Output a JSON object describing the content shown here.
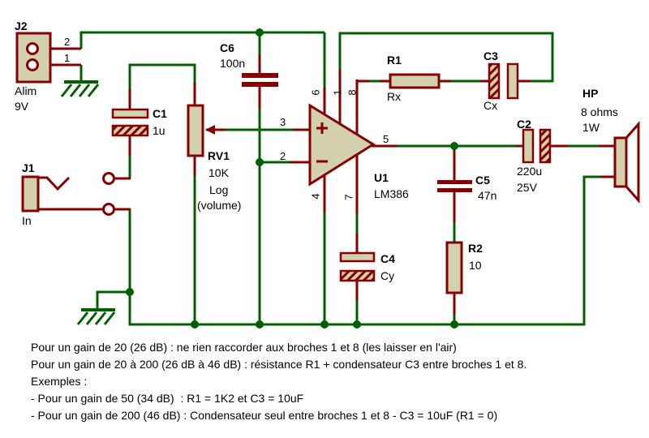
{
  "colors": {
    "wire_green": "#006000",
    "pin_dark_red": "#850000",
    "component_fill_tan": "#D3D0AE",
    "text": "#000000",
    "background": "#FFFFFF"
  },
  "components": {
    "j2": {
      "ref": "J2",
      "value1": "Alim",
      "value2": "9V",
      "pin_top": "2",
      "pin_bottom": "1"
    },
    "j1": {
      "ref": "J1",
      "value": "In"
    },
    "c1": {
      "ref": "C1",
      "value": "1u"
    },
    "rv1": {
      "ref": "RV1",
      "value1": "10K",
      "value2": "Log",
      "value3": "(volume)"
    },
    "c6": {
      "ref": "C6",
      "value": "100n"
    },
    "u1": {
      "ref": "U1",
      "value": "LM386",
      "pins": {
        "p3": "3",
        "p2": "2",
        "p5": "5",
        "p6": "6",
        "p1": "1",
        "p8": "8",
        "p4": "4",
        "p7": "7"
      }
    },
    "r1": {
      "ref": "R1",
      "value": "Rx"
    },
    "c3": {
      "ref": "C3",
      "value": "Cx"
    },
    "c5": {
      "ref": "C5",
      "value": "47n"
    },
    "c4": {
      "ref": "C4",
      "value": "Cy"
    },
    "r2": {
      "ref": "R2",
      "value": "10"
    },
    "c2": {
      "ref": "C2",
      "value1": "220u",
      "value2": "25V"
    },
    "hp": {
      "ref": "HP",
      "value1": "8 ohms",
      "value2": "1W"
    }
  },
  "notes": {
    "line1": "Pour un gain de 20 (26 dB) : ne rien raccorder aux broches 1 et 8 (les laisser en l'air)",
    "line2": "Pour un gain de 20 à 200 (26 dB à 46 dB) : résistance R1 + condensateur C3 entre broches 1 et 8.",
    "line3": "Exemples :",
    "line4": "- Pour un gain de 50 (34 dB)  : R1 = 1K2 et C3 = 10uF",
    "line5": "- Pour un gain de 200 (46 dB) : Condensateur seul entre broches 1 et 8 - C3 = 10uF (R1 = 0)"
  }
}
